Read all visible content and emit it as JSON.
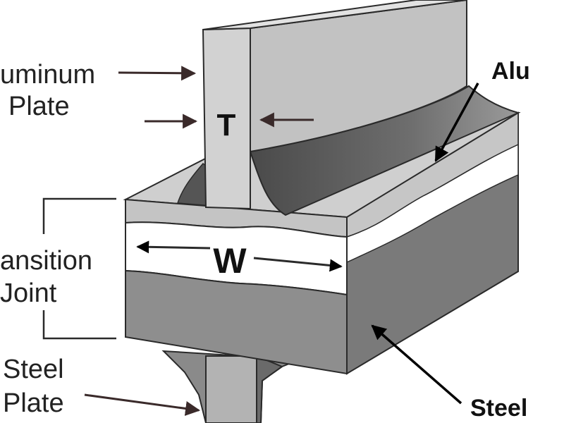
{
  "labels": {
    "aluminum_plate_line1": "uminum",
    "aluminum_plate_line2": "Plate",
    "transition_joint_line1": "ansition",
    "transition_joint_line2": "Joint",
    "steel_plate_line1": "Steel",
    "steel_plate_line2": "Plate",
    "alu_weld": "Alu",
    "steel_weld": "Steel",
    "thickness": "T",
    "width": "W"
  },
  "colors": {
    "outline": "#2a2a2a",
    "light_gray": "#c4c4c4",
    "mid_gray": "#a6a6a6",
    "dark_gray": "#7a7a7a",
    "shadow_gray": "#5c5c5c",
    "white_layer": "#ffffff",
    "arrow": "#3a2a2a"
  }
}
